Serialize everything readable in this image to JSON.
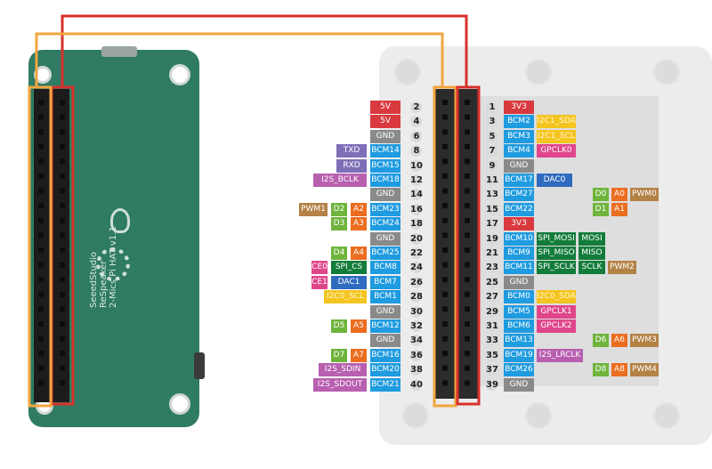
{
  "colors": {
    "power": "#d93a3f",
    "gnd": "#8a8a8a",
    "bcm": "#1f9be0",
    "uart": "#7e6fb8",
    "i2s": "#b85fb0",
    "gpio_a": "#eb6d1f",
    "gpio_d": "#6fb43c",
    "spi": "#137c3b",
    "dac": "#2f6bbf",
    "pwm": "#b38245",
    "i2c": "#f4c420",
    "gpclk": "#e0468c",
    "wire_red": "#d7312c",
    "wire_orange": "#f2a640"
  },
  "hat": {
    "brand": "SeeedStudio",
    "product": "ReSpeaker",
    "model": "2-Mics Pi HAT v1.1"
  },
  "header": {
    "left": [
      {
        "pin": "2",
        "labels": [
          {
            "t": "5V",
            "c": "power"
          }
        ]
      },
      {
        "pin": "4",
        "labels": [
          {
            "t": "5V",
            "c": "power"
          }
        ]
      },
      {
        "pin": "6",
        "labels": [
          {
            "t": "GND",
            "c": "gnd"
          }
        ]
      },
      {
        "pin": "8",
        "labels": [
          {
            "t": "TXD",
            "c": "uart"
          },
          {
            "t": "BCM14",
            "c": "bcm"
          }
        ]
      },
      {
        "pin": "10",
        "labels": [
          {
            "t": "RXD",
            "c": "uart"
          },
          {
            "t": "BCM15",
            "c": "bcm"
          }
        ]
      },
      {
        "pin": "12",
        "labels": [
          {
            "t": "I2S_BCLK",
            "c": "i2s"
          },
          {
            "t": "BCM18",
            "c": "bcm"
          }
        ]
      },
      {
        "pin": "14",
        "labels": [
          {
            "t": "GND",
            "c": "gnd"
          }
        ]
      },
      {
        "pin": "16",
        "labels": [
          {
            "t": "PWM1",
            "c": "pwm"
          },
          {
            "t": "D2",
            "c": "gpio_d"
          },
          {
            "t": "A2",
            "c": "gpio_a"
          },
          {
            "t": "BCM23",
            "c": "bcm"
          }
        ]
      },
      {
        "pin": "18",
        "labels": [
          {
            "t": "D3",
            "c": "gpio_d"
          },
          {
            "t": "A3",
            "c": "gpio_a"
          },
          {
            "t": "BCM24",
            "c": "bcm"
          }
        ]
      },
      {
        "pin": "20",
        "labels": [
          {
            "t": "GND",
            "c": "gnd"
          }
        ]
      },
      {
        "pin": "22",
        "labels": [
          {
            "t": "D4",
            "c": "gpio_d"
          },
          {
            "t": "A4",
            "c": "gpio_a"
          },
          {
            "t": "BCM25",
            "c": "bcm"
          }
        ]
      },
      {
        "pin": "24",
        "labels": [
          {
            "t": "CE0",
            "c": "gpclk"
          },
          {
            "t": "SPI_CS",
            "c": "spi"
          },
          {
            "t": "BCM8",
            "c": "bcm"
          }
        ]
      },
      {
        "pin": "26",
        "labels": [
          {
            "t": "CE1",
            "c": "gpclk"
          },
          {
            "t": "DAC1",
            "c": "dac"
          },
          {
            "t": "BCM7",
            "c": "bcm"
          }
        ]
      },
      {
        "pin": "28",
        "labels": [
          {
            "t": "I2C0_SCL",
            "c": "i2c"
          },
          {
            "t": "BCM1",
            "c": "bcm"
          }
        ]
      },
      {
        "pin": "30",
        "labels": [
          {
            "t": "GND",
            "c": "gnd"
          }
        ]
      },
      {
        "pin": "32",
        "labels": [
          {
            "t": "D5",
            "c": "gpio_d"
          },
          {
            "t": "A5",
            "c": "gpio_a"
          },
          {
            "t": "BCM12",
            "c": "bcm"
          }
        ]
      },
      {
        "pin": "34",
        "labels": [
          {
            "t": "GND",
            "c": "gnd"
          }
        ]
      },
      {
        "pin": "36",
        "labels": [
          {
            "t": "D7",
            "c": "gpio_d"
          },
          {
            "t": "A7",
            "c": "gpio_a"
          },
          {
            "t": "BCM16",
            "c": "bcm"
          }
        ]
      },
      {
        "pin": "38",
        "labels": [
          {
            "t": "I2S_SDIN",
            "c": "i2s"
          },
          {
            "t": "BCM20",
            "c": "bcm"
          }
        ]
      },
      {
        "pin": "40",
        "labels": [
          {
            "t": "I2S_SDOUT",
            "c": "i2s"
          },
          {
            "t": "BCM21",
            "c": "bcm"
          }
        ]
      }
    ],
    "right": [
      {
        "pin": "1",
        "labels": [
          {
            "t": "3V3",
            "c": "power"
          }
        ]
      },
      {
        "pin": "3",
        "labels": [
          {
            "t": "BCM2",
            "c": "bcm"
          },
          {
            "t": "I2C1_SDA",
            "c": "i2c"
          }
        ]
      },
      {
        "pin": "5",
        "labels": [
          {
            "t": "BCM3",
            "c": "bcm"
          },
          {
            "t": "I2C1_SCL",
            "c": "i2c"
          }
        ]
      },
      {
        "pin": "7",
        "labels": [
          {
            "t": "BCM4",
            "c": "bcm"
          },
          {
            "t": "GPCLK0",
            "c": "gpclk"
          }
        ]
      },
      {
        "pin": "9",
        "labels": [
          {
            "t": "GND",
            "c": "gnd"
          }
        ]
      },
      {
        "pin": "11",
        "labels": [
          {
            "t": "BCM17",
            "c": "bcm"
          },
          {
            "t": "DAC0",
            "c": "dac"
          }
        ]
      },
      {
        "pin": "13",
        "labels": [
          {
            "t": "BCM27",
            "c": "bcm"
          },
          {
            "t": "D0",
            "c": "gpio_d"
          },
          {
            "t": "A0",
            "c": "gpio_a"
          },
          {
            "t": "PWM0",
            "c": "pwm"
          }
        ]
      },
      {
        "pin": "15",
        "labels": [
          {
            "t": "BCM22",
            "c": "bcm"
          },
          {
            "t": "D1",
            "c": "gpio_d"
          },
          {
            "t": "A1",
            "c": "gpio_a"
          }
        ]
      },
      {
        "pin": "17",
        "labels": [
          {
            "t": "3V3",
            "c": "power"
          }
        ]
      },
      {
        "pin": "19",
        "labels": [
          {
            "t": "BCM10",
            "c": "bcm"
          },
          {
            "t": "SPI_MOSI",
            "c": "spi"
          },
          {
            "t": "MOSI",
            "c": "spi"
          }
        ]
      },
      {
        "pin": "21",
        "labels": [
          {
            "t": "BCM9",
            "c": "bcm"
          },
          {
            "t": "SPI_MISO",
            "c": "spi"
          },
          {
            "t": "MISO",
            "c": "spi"
          }
        ]
      },
      {
        "pin": "23",
        "labels": [
          {
            "t": "BCM11",
            "c": "bcm"
          },
          {
            "t": "SPI_SCLK",
            "c": "spi"
          },
          {
            "t": "SCLK",
            "c": "spi"
          },
          {
            "t": "PWM2",
            "c": "pwm"
          }
        ]
      },
      {
        "pin": "25",
        "labels": [
          {
            "t": "GND",
            "c": "gnd"
          }
        ]
      },
      {
        "pin": "27",
        "labels": [
          {
            "t": "BCM0",
            "c": "bcm"
          },
          {
            "t": "I2C0_SDA",
            "c": "i2c"
          }
        ]
      },
      {
        "pin": "29",
        "labels": [
          {
            "t": "BCM5",
            "c": "bcm"
          },
          {
            "t": "GPCLK1",
            "c": "gpclk"
          }
        ]
      },
      {
        "pin": "31",
        "labels": [
          {
            "t": "BCM6",
            "c": "bcm"
          },
          {
            "t": "GPCLK2",
            "c": "gpclk"
          }
        ]
      },
      {
        "pin": "33",
        "labels": [
          {
            "t": "BCM13",
            "c": "bcm"
          },
          {
            "t": "D6",
            "c": "gpio_d"
          },
          {
            "t": "A6",
            "c": "gpio_a"
          },
          {
            "t": "PWM3",
            "c": "pwm"
          }
        ]
      },
      {
        "pin": "35",
        "labels": [
          {
            "t": "BCM19",
            "c": "bcm"
          },
          {
            "t": "I2S_LRCLK",
            "c": "i2s"
          }
        ]
      },
      {
        "pin": "37",
        "labels": [
          {
            "t": "BCM26",
            "c": "bcm"
          },
          {
            "t": "D8",
            "c": "gpio_d"
          },
          {
            "t": "A8",
            "c": "gpio_a"
          },
          {
            "t": "PWM4",
            "c": "pwm"
          }
        ]
      },
      {
        "pin": "39",
        "labels": [
          {
            "t": "GND",
            "c": "gnd"
          }
        ]
      }
    ]
  }
}
